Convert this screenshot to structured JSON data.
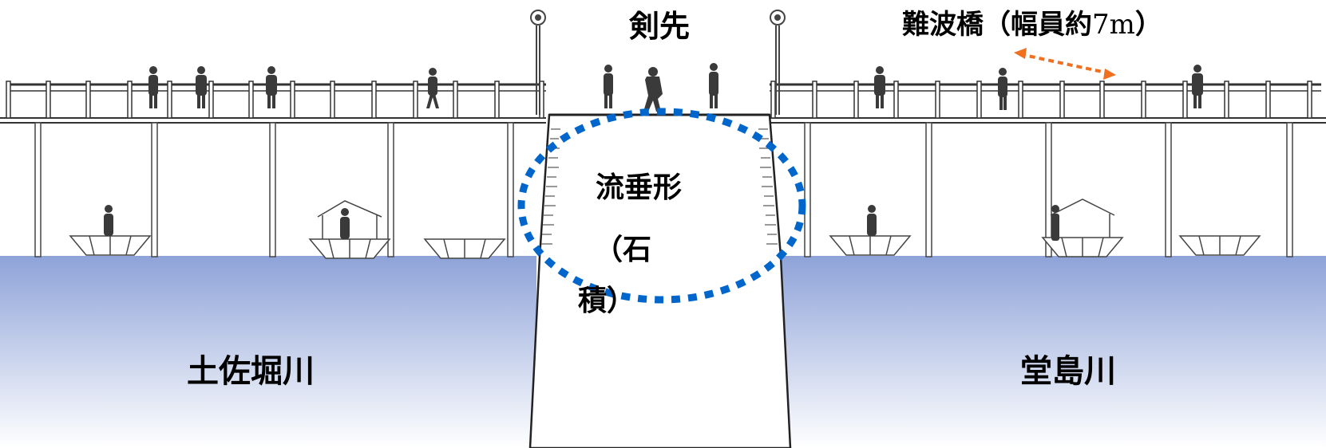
{
  "labels": {
    "sword_tip": "剣先",
    "bridge_name": "難波橋（幅員約",
    "bridge_width": "7m",
    "bridge_close": "）",
    "embankment_form": "流垂形",
    "stone_open": "（石",
    "stone_close": "積）",
    "river_left": "土佐堀川",
    "river_right": "堂島川"
  },
  "colors": {
    "water_top": "#8ea3d8",
    "water_bottom": "#ffffff",
    "highlight_ellipse": "#0066cc",
    "width_arrow": "#f07020",
    "structure": "#333333",
    "figure": "#3a3a3a"
  },
  "icons": {
    "lamp": "street-lamp-icon",
    "person": "person-silhouette-icon",
    "boat": "boat-icon"
  }
}
